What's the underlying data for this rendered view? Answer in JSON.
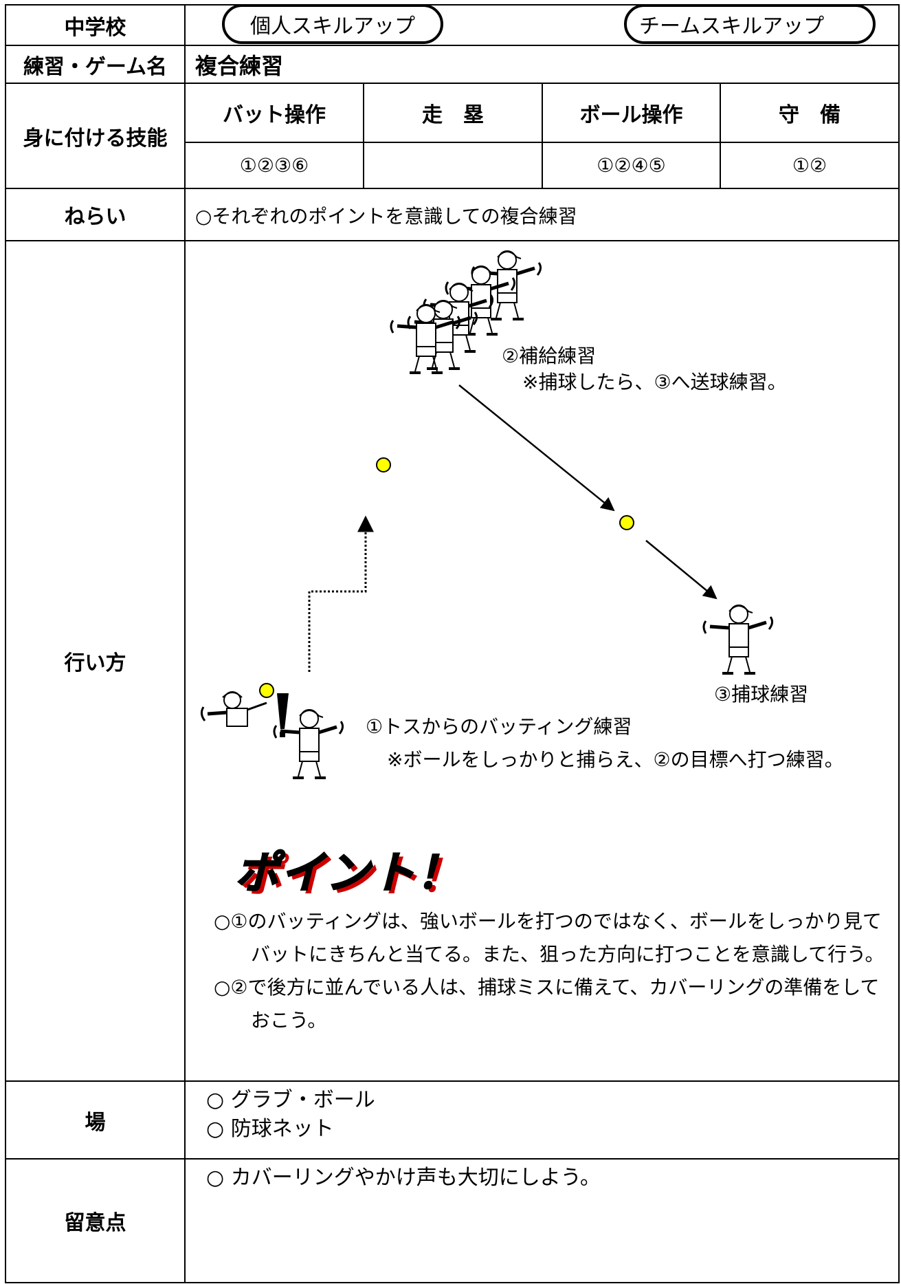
{
  "header": {
    "school": "中学校",
    "tag_individual": "個人スキルアップ",
    "tag_team": "チームスキルアップ"
  },
  "practice": {
    "label": "練習・ゲーム名",
    "name": "複合練習"
  },
  "skills": {
    "label": "身に付ける技能",
    "columns": [
      {
        "name": "バット操作",
        "value": "①②③⑥"
      },
      {
        "name": "走　塁",
        "value": ""
      },
      {
        "name": "ボール操作",
        "value": "①②④⑤"
      },
      {
        "name": "守　備",
        "value": "①②"
      }
    ]
  },
  "aim": {
    "label": "ねらい",
    "text": "○それぞれのポイントを意識しての複合練習"
  },
  "method": {
    "label": "行い方",
    "step2_title": "②補給練習",
    "step2_note": "※捕球したら、③へ送球練習。",
    "step3_title": "③捕球練習",
    "step1_title": "①トスからのバッティング練習",
    "step1_note": "※ボールをしっかりと捕らえ、②の目標へ打つ練習。",
    "point_heading": "ポイント！",
    "points": [
      {
        "line1": "○①のバッティングは、強いボールを打つのではなく、ボールをしっかり見て",
        "line2": "バットにきちんと当てる。また、狙った方向に打つことを意識して行う。"
      },
      {
        "line1": "○②で後方に並んでいる人は、捕球ミスに備えて、カバーリングの準備をして",
        "line2": "おこう。"
      }
    ]
  },
  "place": {
    "label": "場",
    "items": [
      "○ グラブ・ボール",
      "○ 防球ネット"
    ]
  },
  "notes": {
    "label": "留意点",
    "items": [
      "○ カバーリングやかけ声も大切にしよう。"
    ]
  },
  "colors": {
    "ball": "#ffff00",
    "point_shadow": "#cc0000"
  }
}
